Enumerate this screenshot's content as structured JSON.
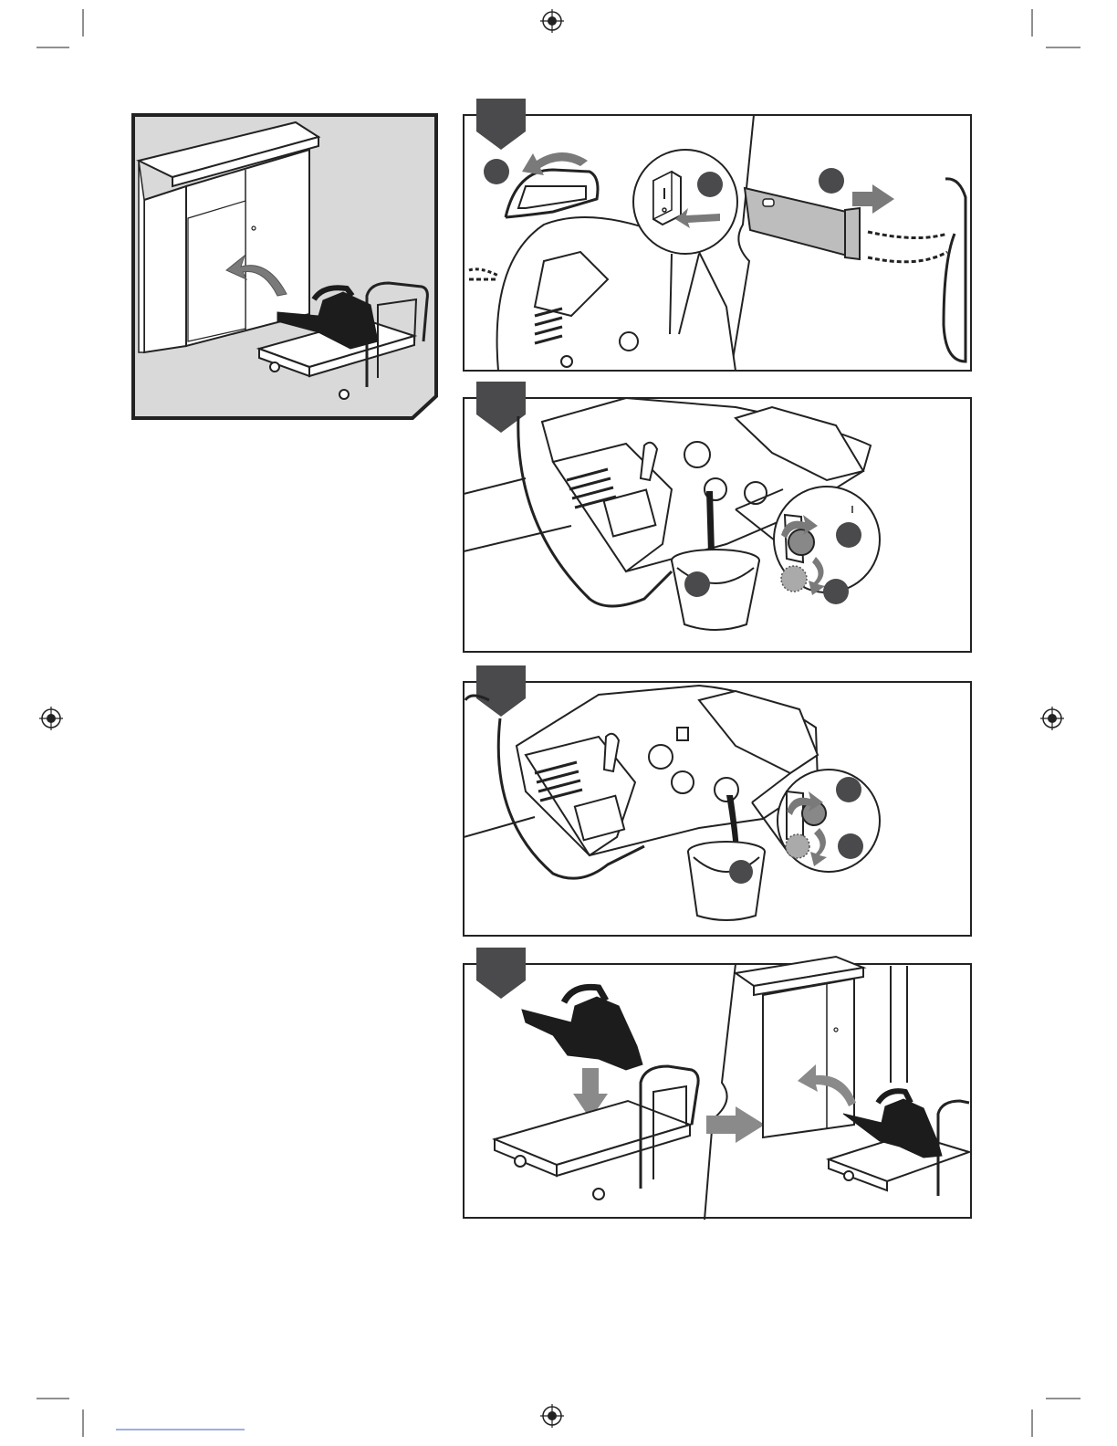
{
  "page": {
    "background": "#ffffff",
    "ink_color": "#222222",
    "badge_color": "#4a4a4c",
    "panel_gray": "#d9d9d9"
  },
  "registration_marks": [
    "registration-mark-icon"
  ],
  "panels": [
    {
      "name": "panel-storage-cabinet",
      "icons": [
        "cabinet-icon",
        "chainsaw-icon",
        "trolley-icon",
        "curved-arrow-icon"
      ]
    },
    {
      "name": "panel-step-1",
      "icons": [
        "chainsaw-icon",
        "switch-icon",
        "guide-bar-icon",
        "chain-icon",
        "arrow-icon"
      ],
      "callouts": 3
    },
    {
      "name": "panel-step-2",
      "icons": [
        "chainsaw-icon",
        "bucket-icon",
        "fuel-cap-icon",
        "rotate-arrow-icon"
      ],
      "callouts": 3
    },
    {
      "name": "panel-step-3",
      "icons": [
        "chainsaw-icon",
        "bucket-icon",
        "oil-cap-icon",
        "rotate-arrow-icon"
      ],
      "callouts": 3
    },
    {
      "name": "panel-step-4",
      "icons": [
        "chainsaw-icon",
        "trolley-icon",
        "cabinet-icon",
        "arrow-icon"
      ],
      "callouts": 0
    }
  ]
}
